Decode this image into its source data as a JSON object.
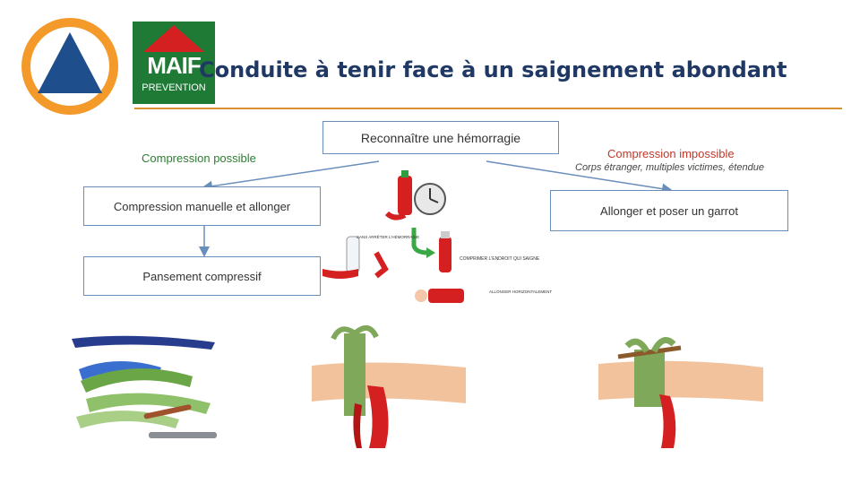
{
  "header": {
    "title": "Conduite à tenir face à un saignement abondant",
    "maif_logo_text": "MAIF",
    "maif_logo_sub": "PREVENTION"
  },
  "flow": {
    "root": "Reconnaître une hémorragie",
    "left_label": "Compression possible",
    "right_label": "Compression impossible",
    "right_note": "Corps étranger, multiples victimes, étendue",
    "left_step1": "Compression manuelle et allonger",
    "left_step2": "Pansement compressif",
    "right_step1": "Allonger et poser un garrot"
  },
  "illustration_captions": {
    "stop": "SANS ARRÊTER L'HÉMORRAGIE",
    "compress": "COMPRIMER L'ENDROIT QUI SAIGNE",
    "lay": "ALLONGER HORIZONTALEMENT"
  },
  "colors": {
    "title": "#1f3864",
    "accent_rule": "#d9902e",
    "box_border": "#6a8ebc",
    "green_label": "#2e7d32",
    "red_label": "#c0392b",
    "blood": "#d42020"
  },
  "icons": [
    "securite-civile-logo",
    "maif-prevention-logo",
    "stopwatch-icon",
    "bottle-icon",
    "bandage-illustration",
    "tourniquet-illustration"
  ]
}
